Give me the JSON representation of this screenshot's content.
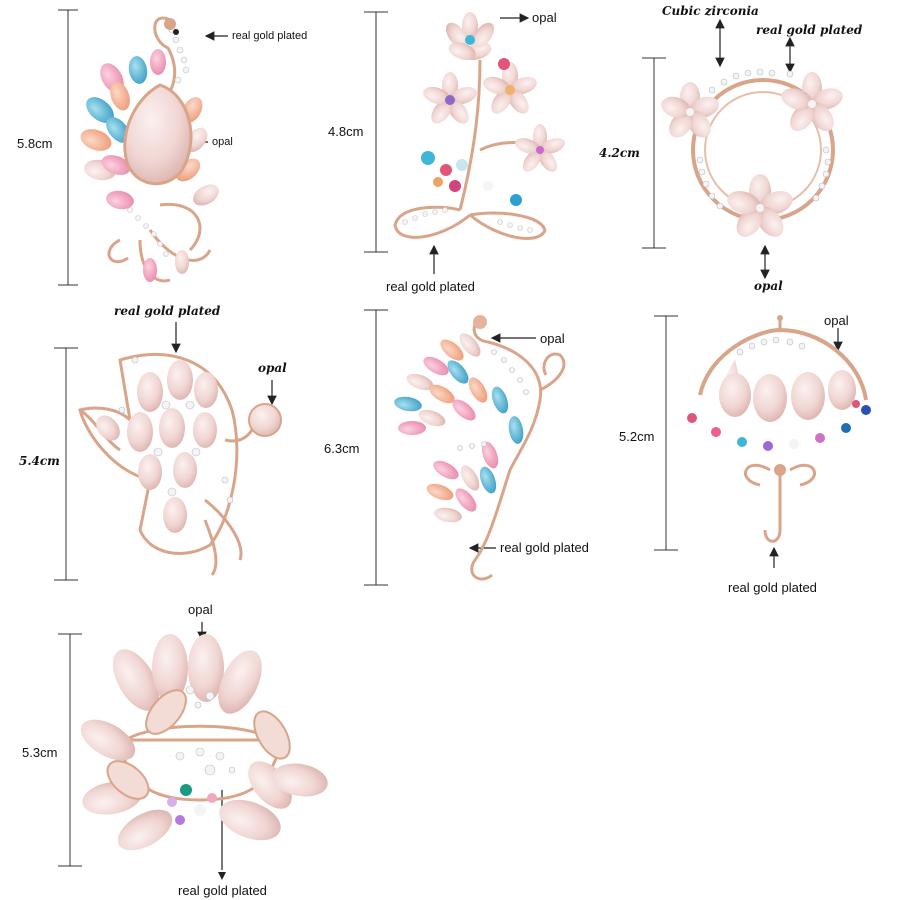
{
  "brooches": [
    {
      "name": "peacock",
      "size": "5.8cm",
      "labels": [
        "real gold plated",
        "opal"
      ]
    },
    {
      "name": "flower-bouquet",
      "size": "4.8cm",
      "labels": [
        "opal",
        "real gold plated"
      ]
    },
    {
      "name": "flower-wreath",
      "size": "4.2cm",
      "labels": [
        "Cubic zirconia",
        "real gold plated",
        "opal"
      ]
    },
    {
      "name": "fairy",
      "size": "5.4cm",
      "labels": [
        "real gold plated",
        "opal"
      ]
    },
    {
      "name": "butterfly",
      "size": "6.3cm",
      "labels": [
        "opal",
        "real gold plated"
      ]
    },
    {
      "name": "umbrella",
      "size": "5.2cm",
      "labels": [
        "opal",
        "real gold plated"
      ]
    },
    {
      "name": "leaf-bouquet",
      "size": "5.3cm",
      "labels": [
        "opal",
        "real gold plated"
      ]
    }
  ],
  "colors": {
    "gold": "#d9a58a",
    "gold_dark": "#b9826a",
    "opal": "#f3dcd9",
    "opal_shade": "#e8c5c2",
    "crystal": "#f4f4f6",
    "blue": "#5bb6d6",
    "pink": "#f2a7c0",
    "peach": "#f4b69a",
    "line": "#222222"
  }
}
